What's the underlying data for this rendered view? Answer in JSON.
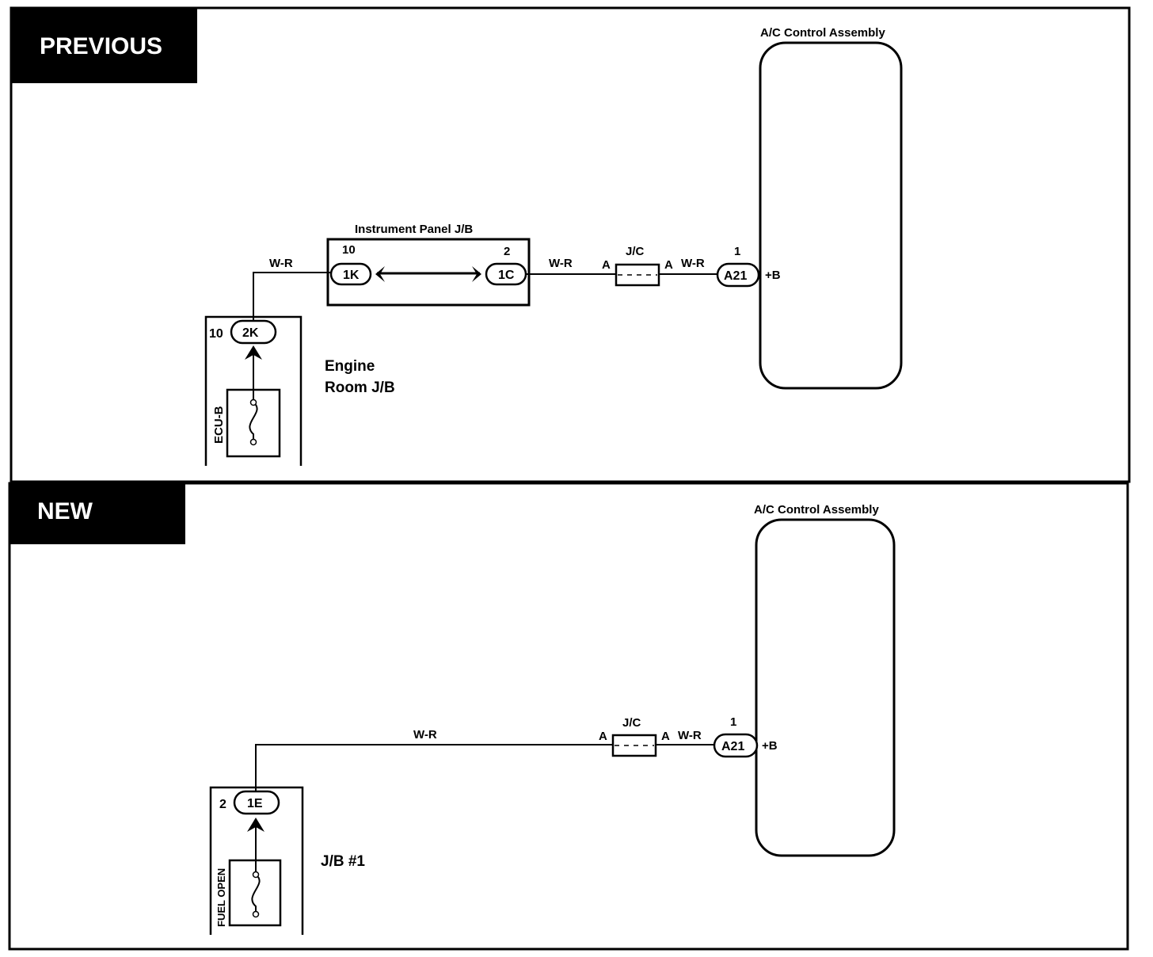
{
  "previous": {
    "tag": "PREVIOUS",
    "ac_title": "A/C Control Assembly",
    "ip_jb_title": "Instrument Panel J/B",
    "wire_1": "W-R",
    "pin_1k": "10",
    "conn_1k": "1K",
    "pin_1c": "2",
    "conn_1c": "1C",
    "wire_2": "W-R",
    "jc_label": "J/C",
    "jc_left": "A",
    "jc_right": "A",
    "wire_3": "W-R",
    "pin_a21": "1",
    "conn_a21": "A21",
    "plus_b": "+B",
    "pin_2k": "10",
    "conn_2k": "2K",
    "engine_room_line1": "Engine",
    "engine_room_line2": "Room J/B",
    "fuse": "ECU-B"
  },
  "new": {
    "tag": "NEW",
    "ac_title": "A/C Control Assembly",
    "wire_1": "W-R",
    "jc_label": "J/C",
    "jc_left": "A",
    "jc_right": "A",
    "wire_2": "W-R",
    "pin_a21": "1",
    "conn_a21": "A21",
    "plus_b": "+B",
    "pin_1e": "2",
    "conn_1e": "1E",
    "jb_label": "J/B #1",
    "fuse": "FUEL OPEN"
  }
}
